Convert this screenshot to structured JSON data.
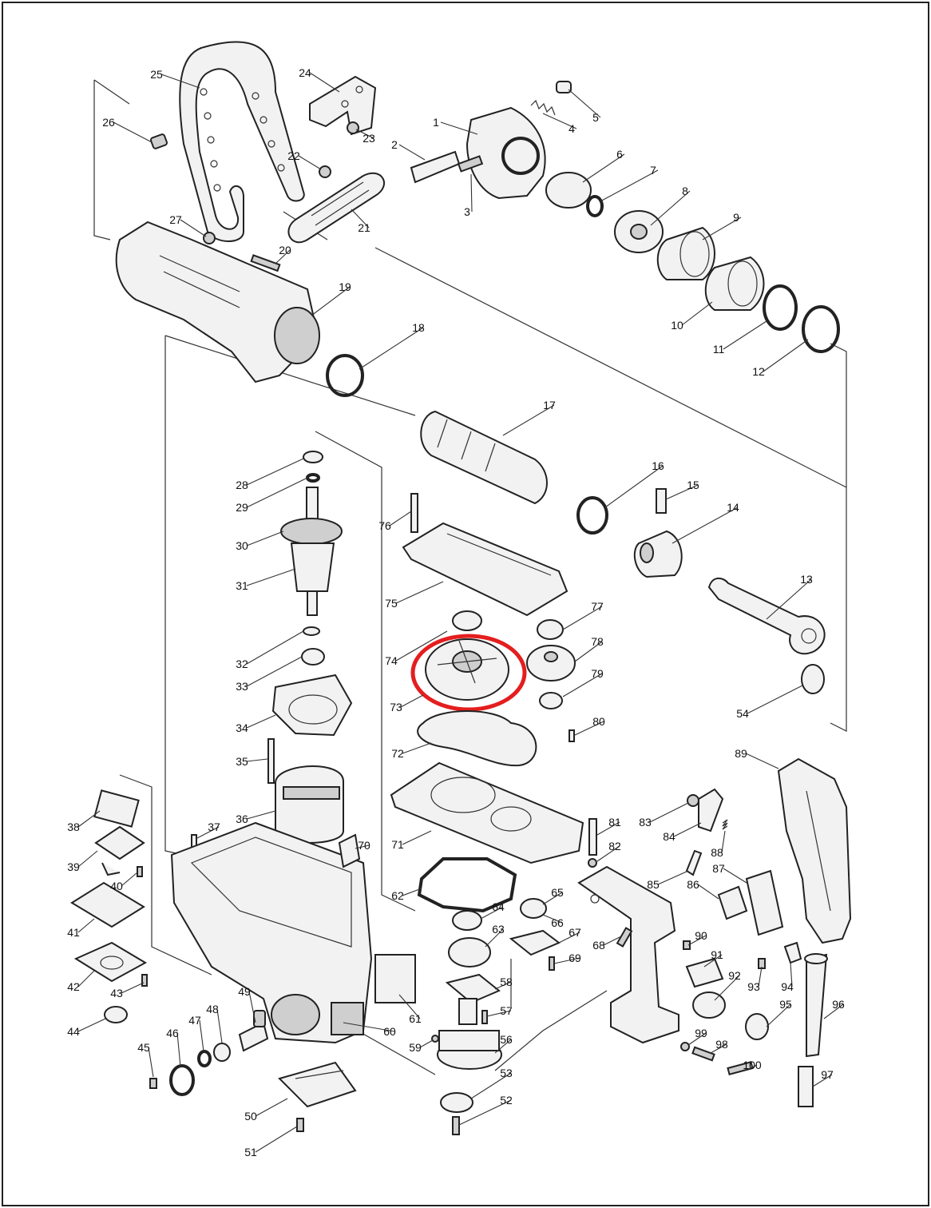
{
  "callouts": [
    "1",
    "2",
    "3",
    "4",
    "5",
    "6",
    "7",
    "8",
    "9",
    "10",
    "11",
    "12",
    "13",
    "14",
    "15",
    "16",
    "17",
    "18",
    "19",
    "20",
    "21",
    "22",
    "23",
    "24",
    "25",
    "26",
    "27",
    "28",
    "29",
    "30",
    "31",
    "32",
    "33",
    "34",
    "35",
    "36",
    "37",
    "38",
    "39",
    "40",
    "41",
    "42",
    "43",
    "44",
    "45",
    "46",
    "47",
    "48",
    "49",
    "50",
    "51",
    "52",
    "53",
    "54",
    "56",
    "57",
    "58",
    "59",
    "60",
    "61",
    "62",
    "63",
    "64",
    "65",
    "66",
    "67",
    "68",
    "69",
    "70",
    "71",
    "72",
    "73",
    "74",
    "75",
    "76",
    "77",
    "78",
    "79",
    "80",
    "81",
    "82",
    "83",
    "84",
    "85",
    "86",
    "87",
    "88",
    "89",
    "90",
    "91",
    "92",
    "93",
    "94",
    "95",
    "96",
    "97",
    "98",
    "99",
    "100"
  ],
  "highlight": {
    "part": "73",
    "color": "#e41e1e"
  }
}
